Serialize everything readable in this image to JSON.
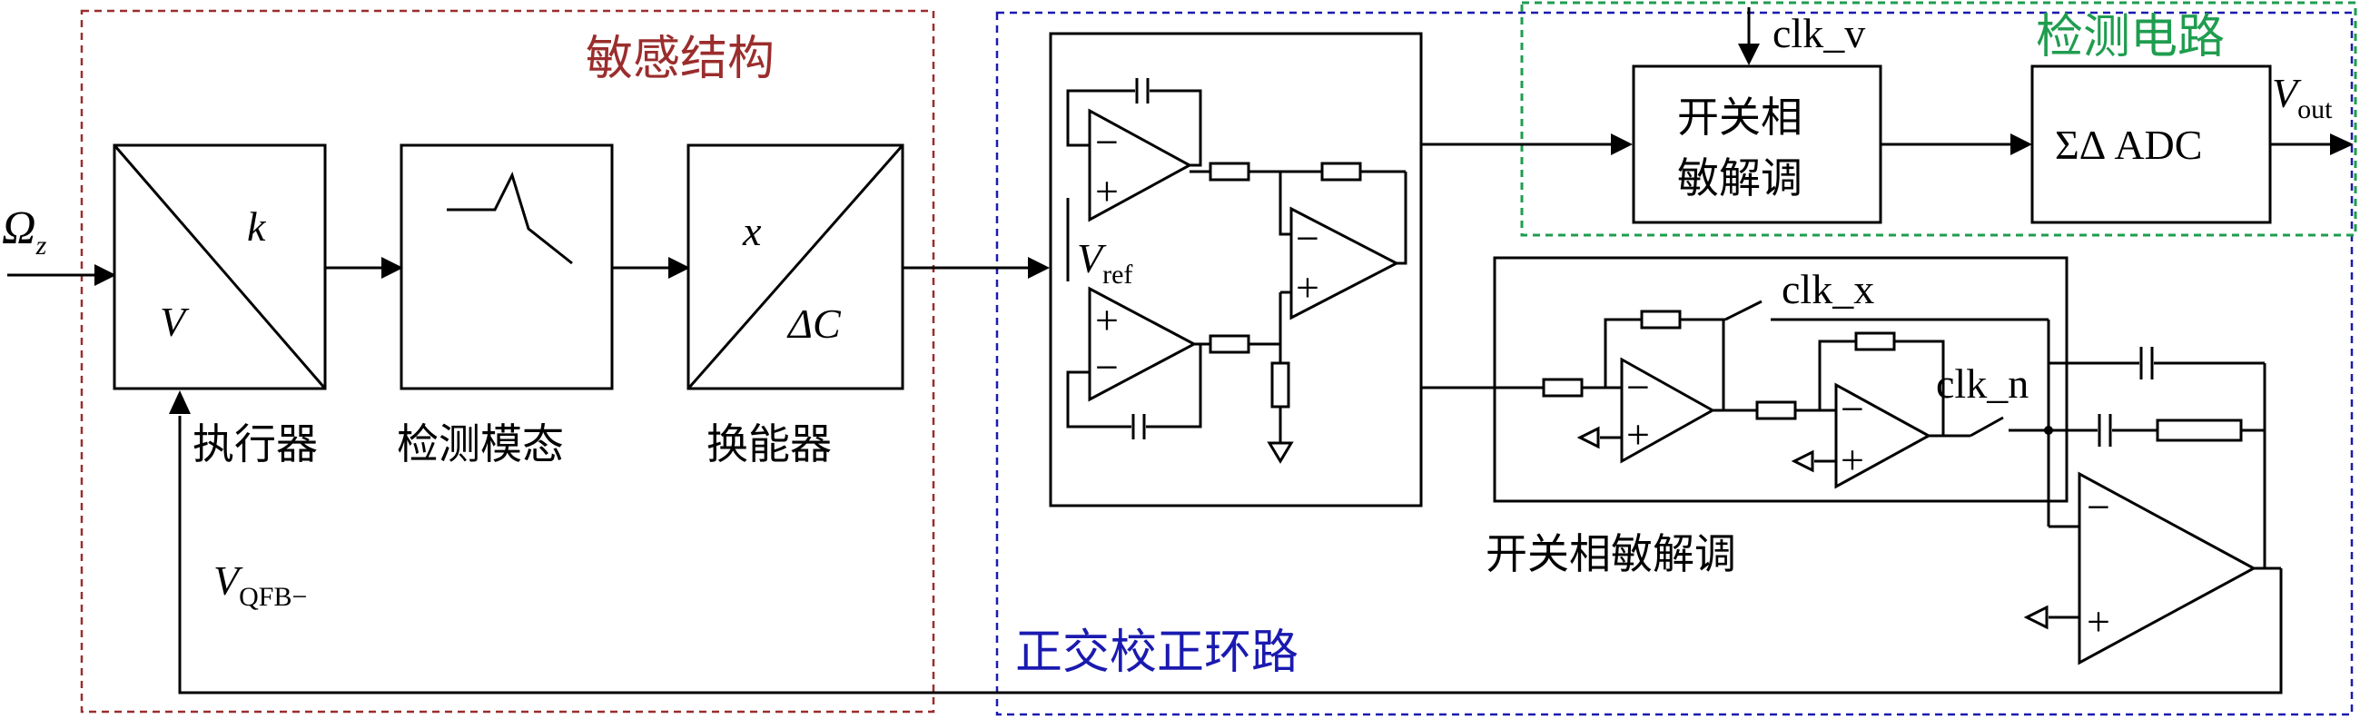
{
  "regions": {
    "sensitive_structure": {
      "label": "敏感结构",
      "color": "#9B2D2D"
    },
    "quadrature_loop": {
      "label": "正交校正环路",
      "color": "#1A1AB0"
    },
    "detection_circuit": {
      "label": "检测电路",
      "color": "#1F9D4F"
    }
  },
  "input": {
    "symbol": "Ω",
    "subscript": "z"
  },
  "blocks": {
    "actuator": {
      "label": "执行器",
      "top_right": "k",
      "bottom_left": "V"
    },
    "mode": {
      "label": "检测模态"
    },
    "transducer": {
      "label": "换能器",
      "top_left": "x",
      "bottom_right": "ΔC"
    }
  },
  "amp": {
    "minus": "−",
    "plus": "+",
    "vref": "V",
    "vref_sub": "ref"
  },
  "top_demod": {
    "line1": "开关相",
    "line2": "敏解调",
    "clock": "clk_v"
  },
  "adc": {
    "label": "ΣΔ ADC"
  },
  "output": {
    "symbol": "V",
    "subscript": "out"
  },
  "lower_demod": {
    "label": "开关相敏解调",
    "clock_x": "clk_x",
    "clock_n": "clk_n"
  },
  "feedback": {
    "symbol": "V",
    "subscript": "QFB−"
  }
}
